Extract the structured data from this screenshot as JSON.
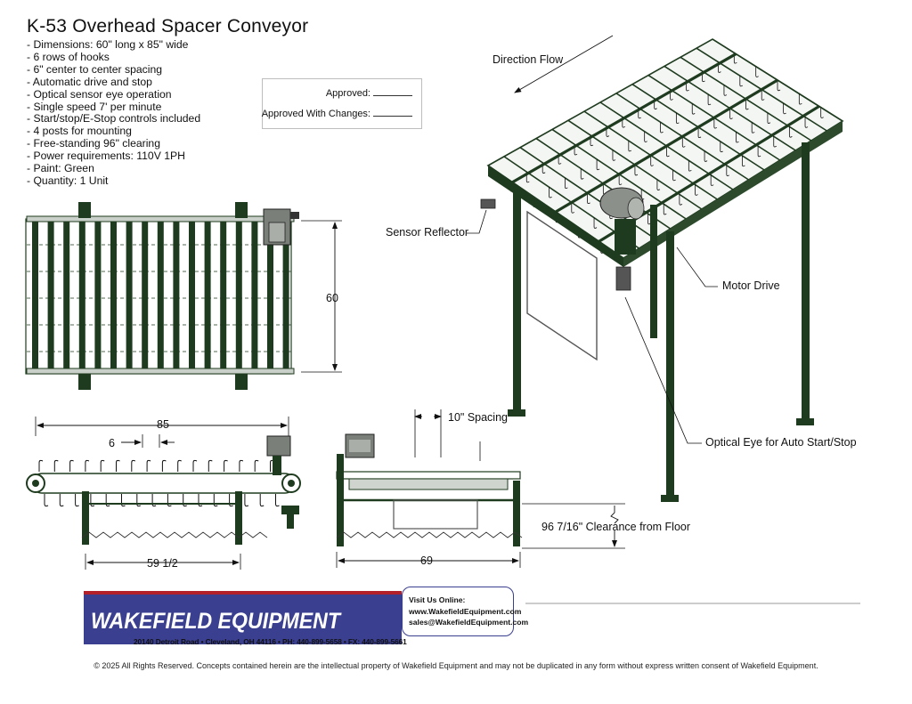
{
  "title": "K-53 Overhead Spacer Conveyor",
  "specs": [
    "- Dimensions: 60\" long x 85\" wide",
    "- 6 rows of hooks",
    "- 6\" center to center spacing",
    "- Automatic drive and stop",
    "- Optical sensor eye operation",
    "- Single speed 7' per minute",
    "- Start/stop/E-Stop controls included",
    "- 4 posts for mounting",
    "- Free-standing 96\" clearing",
    "- Power requirements: 110V 1PH",
    "- Paint: Green",
    "- Quantity: 1 Unit"
  ],
  "approval": {
    "approved": "Approved:",
    "approved_changes": "Approved With Changes:"
  },
  "callouts": {
    "direction_flow": "Direction Flow",
    "sensor_reflector": "Sensor Reflector",
    "motor_drive": "Motor Drive",
    "optical_eye": "Optical Eye for Auto Start/Stop"
  },
  "dimensions": {
    "length_60": "60",
    "width_85": "85",
    "spacing_6": "6",
    "post_span": "59 1/2",
    "spacing_10": "10\" Spacing",
    "side_69": "69",
    "clearance": "96 7/16\" Clearance from Floor"
  },
  "footer": {
    "brand": "WAKEFIELD EQUIPMENT",
    "visit_title": "Visit Us Online:",
    "website": "www.WakefieldEquipment.com",
    "email": "sales@WakefieldEquipment.com",
    "address": "20140 Detroit Road • Cleveland, OH 44116 • PH: 440-899-5658 • FX: 440-899-5661",
    "copyright": "© 2025 All Rights Reserved. Concepts contained herein are the intellectual property of Wakefield Equipment and may not be duplicated in any form without express written consent of Wakefield Equipment."
  },
  "colors": {
    "frame_green": "#1f3b1f",
    "logo_blue": "#3a3f8f",
    "logo_red": "#b3202a"
  }
}
